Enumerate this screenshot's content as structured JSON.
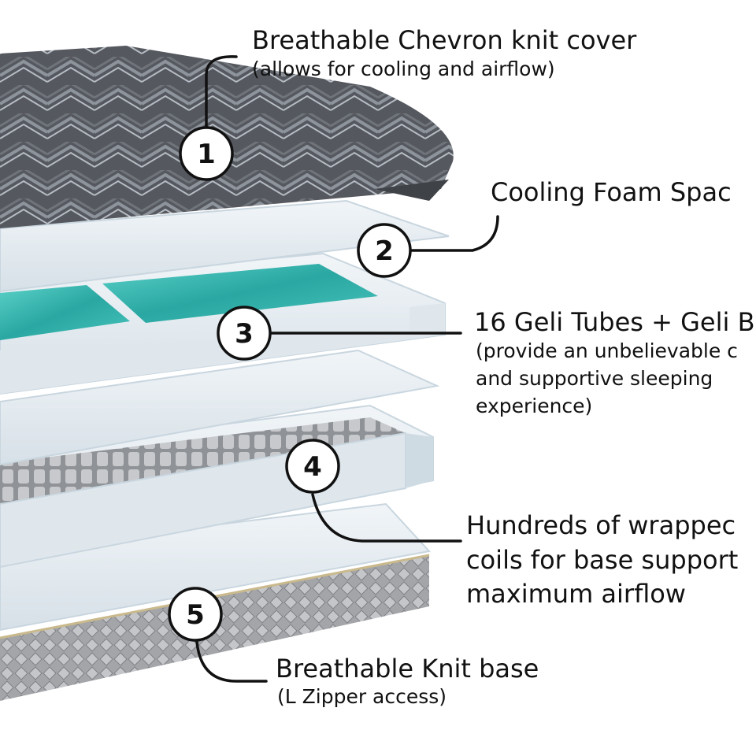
{
  "colors": {
    "cover_dark": "#55585e",
    "cover_stripe": "#9aa0a8",
    "foam": "#e4ecf2",
    "foam_edge": "#c9d6df",
    "gel": "#37b7b0",
    "coil": "#9c9ea2",
    "base_knit": "#a7a9ad",
    "ink": "#111111"
  },
  "callouts": [
    {
      "number": "1",
      "title": "Breathable Chevron knit cover",
      "subtitle": "(allows for cooling and airflow)"
    },
    {
      "number": "2",
      "title": "Cooling Foam Spac"
    },
    {
      "number": "3",
      "title": "16 Geli Tubes + Geli B",
      "subtitle_lines": [
        "(provide an unbelievable c",
        "and supportive sleeping",
        "experience)"
      ]
    },
    {
      "number": "4",
      "title_lines": [
        "Hundreds of wrappec",
        "coils for base support",
        "maximum airflow"
      ]
    },
    {
      "number": "5",
      "title": "Breathable Knit base",
      "subtitle": "(L Zipper access)"
    }
  ]
}
